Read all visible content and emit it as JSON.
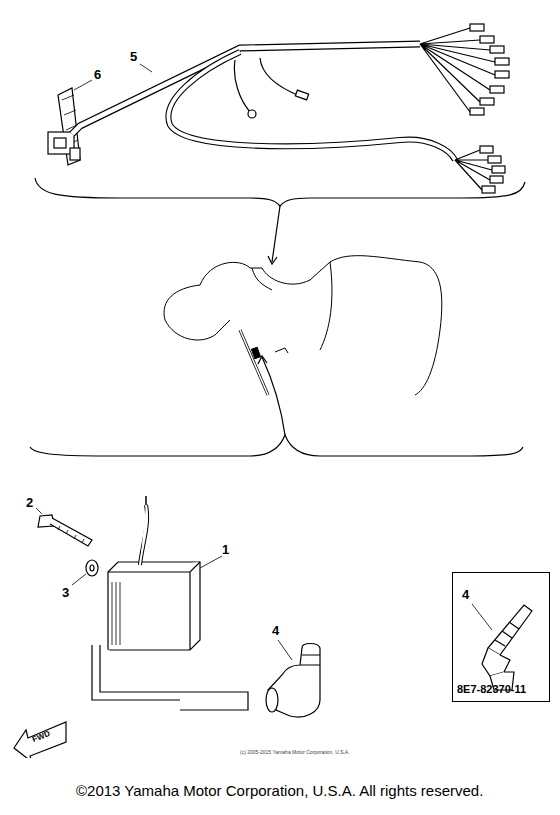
{
  "diagram": {
    "caption": "©2013 Yamaha Motor Corporation, U.S.A. All rights reserved.",
    "nodes": [
      {
        "text": [
          "8E7-82370-11"
        ]
      },
      {
        "text": [
          "FWD"
        ]
      }
    ],
    "labels": [
      "6",
      "5",
      "2",
      "3",
      "1",
      "4",
      "4",
      "(c) 2005-2015 Yamaha Motor Corporation, U.S.A."
    ]
  }
}
